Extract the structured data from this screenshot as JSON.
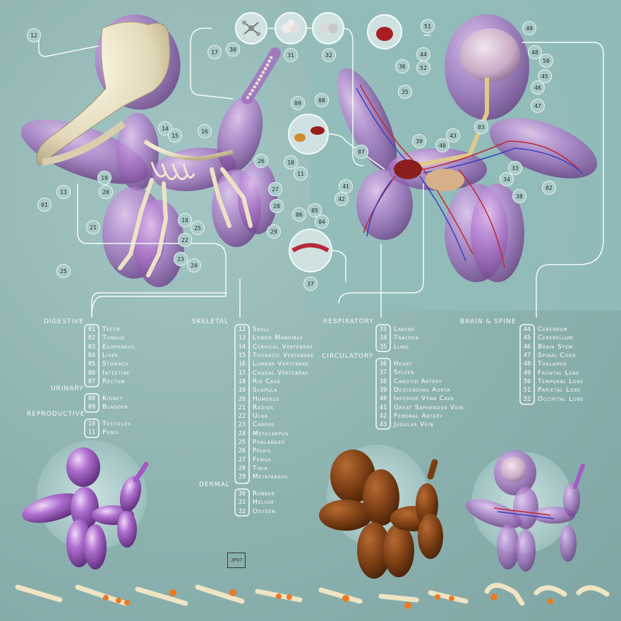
{
  "callouts": {
    "top_left_skeleton": [
      "12",
      "17",
      "30",
      "31",
      "32",
      "14",
      "15",
      "16",
      "13",
      "01",
      "19",
      "20",
      "26",
      "27",
      "28",
      "21",
      "22",
      "18",
      "25",
      "29",
      "23",
      "24",
      "25"
    ],
    "top_right_anatomy": [
      "36",
      "51",
      "49",
      "44",
      "48",
      "50",
      "52",
      "45",
      "46",
      "47",
      "35",
      "09",
      "08",
      "03",
      "07",
      "39",
      "40",
      "43",
      "33",
      "34",
      "02",
      "10",
      "11",
      "41",
      "42",
      "38",
      "06",
      "05",
      "04",
      "37"
    ]
  },
  "systems": {
    "digestive": {
      "label": "digestive",
      "items": [
        {
          "num": "01",
          "name": "Teeth"
        },
        {
          "num": "02",
          "name": "Tongue"
        },
        {
          "num": "03",
          "name": "Esophagus"
        },
        {
          "num": "04",
          "name": "Liver"
        },
        {
          "num": "05",
          "name": "Stomach"
        },
        {
          "num": "06",
          "name": "Intestine"
        },
        {
          "num": "07",
          "name": "Rectum"
        }
      ]
    },
    "urinary": {
      "label": "urinary",
      "items": [
        {
          "num": "08",
          "name": "Kidney"
        },
        {
          "num": "09",
          "name": "Bladder"
        }
      ]
    },
    "reproductive": {
      "label": "reproductive",
      "items": [
        {
          "num": "10",
          "name": "Testicles"
        },
        {
          "num": "11",
          "name": "Penis"
        }
      ]
    },
    "skeletal": {
      "label": "skeletal",
      "items": [
        {
          "num": "12",
          "name": "Skull"
        },
        {
          "num": "13",
          "name": "Lower Mandible"
        },
        {
          "num": "14",
          "name": "Cervical Vertebrae"
        },
        {
          "num": "15",
          "name": "Thoracic Vertebrae"
        },
        {
          "num": "16",
          "name": "Lumbar Vertebrae"
        },
        {
          "num": "17",
          "name": "Caudal Vertebrae"
        },
        {
          "num": "18",
          "name": "Rib Cage"
        },
        {
          "num": "19",
          "name": "Scapula"
        },
        {
          "num": "20",
          "name": "Humerus"
        },
        {
          "num": "21",
          "name": "Radius"
        },
        {
          "num": "22",
          "name": "Ulna"
        },
        {
          "num": "23",
          "name": "Carpus"
        },
        {
          "num": "24",
          "name": "Metacarpus"
        },
        {
          "num": "25",
          "name": "Phalanges"
        },
        {
          "num": "26",
          "name": "Pelvis"
        },
        {
          "num": "27",
          "name": "Femur"
        },
        {
          "num": "28",
          "name": "Tibia"
        },
        {
          "num": "29",
          "name": "Metatarsus"
        }
      ]
    },
    "dermal": {
      "label": "dermal",
      "items": [
        {
          "num": "30",
          "name": "Rubber"
        },
        {
          "num": "31",
          "name": "Helium"
        },
        {
          "num": "32",
          "name": "Oxygen"
        }
      ]
    },
    "respiratory": {
      "label": "respiratory",
      "items": [
        {
          "num": "33",
          "name": "Larynx"
        },
        {
          "num": "34",
          "name": "Trachea"
        },
        {
          "num": "35",
          "name": "Lung"
        }
      ]
    },
    "circulatory": {
      "label": "circulatory",
      "items": [
        {
          "num": "36",
          "name": "Heart"
        },
        {
          "num": "37",
          "name": "Spleen"
        },
        {
          "num": "38",
          "name": "Carotid Artery"
        },
        {
          "num": "39",
          "name": "Descending Aorta"
        },
        {
          "num": "40",
          "name": "Inferior Vena Cava"
        },
        {
          "num": "41",
          "name": "Great Saphenous Vein"
        },
        {
          "num": "42",
          "name": "Femoral Artery"
        },
        {
          "num": "43",
          "name": "Jugular Vein"
        }
      ]
    },
    "brain_spine": {
      "label": "brain & spine",
      "items": [
        {
          "num": "44",
          "name": "Cerebrum"
        },
        {
          "num": "45",
          "name": "Cerebellum"
        },
        {
          "num": "46",
          "name": "Brain Stem"
        },
        {
          "num": "47",
          "name": "Spinal Cord"
        },
        {
          "num": "48",
          "name": "Thalamus"
        },
        {
          "num": "49",
          "name": "Frontal Lobe"
        },
        {
          "num": "50",
          "name": "Temporal Lobe"
        },
        {
          "num": "51",
          "name": "Parietal Lobe"
        },
        {
          "num": "52",
          "name": "Occipital Lobe"
        }
      ]
    }
  },
  "logo_text": "JP07",
  "colors": {
    "background": "#8fb5b3",
    "balloon_purple": "#a567c6",
    "bone": "#e8e1c8",
    "fur_brown": "#7a3d14",
    "artery_red": "#c0282b",
    "vein_blue": "#3b3fbf",
    "outline_white": "#f3fbfa"
  }
}
